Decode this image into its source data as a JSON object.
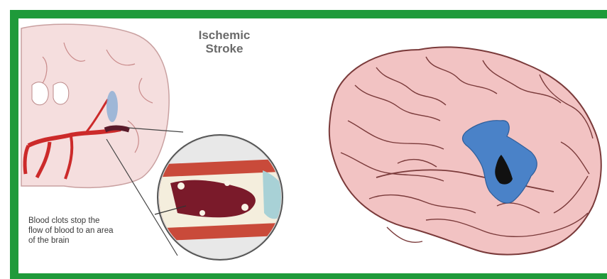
{
  "title_line1": "Ischemic",
  "title_line2": "Stroke",
  "caption_line1": "Blood clots stop the",
  "caption_line2": "flow of blood to an area",
  "caption_line3": "of the brain",
  "colors": {
    "frame_green": "#1f9a3a",
    "brain_pink": "#f2c3c3",
    "brain_outline": "#7a3a3a",
    "artery_red": "#cc2a2a",
    "lesion_blue": "#4a82c8",
    "core_black": "#111111"
  }
}
